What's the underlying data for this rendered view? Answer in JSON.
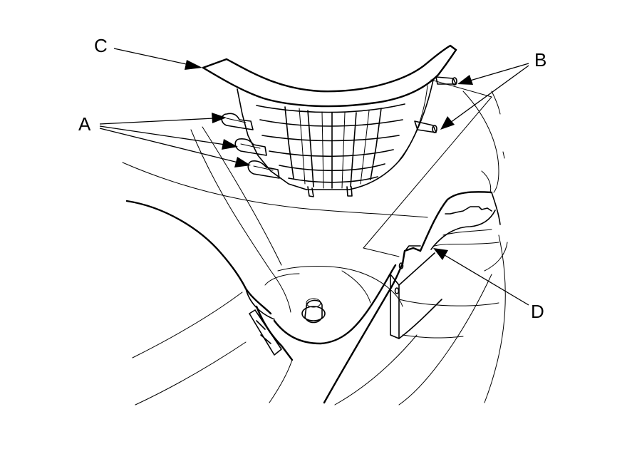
{
  "diagram": {
    "labels": {
      "a": "A",
      "b": "B",
      "c": "C",
      "d": "D"
    }
  }
}
